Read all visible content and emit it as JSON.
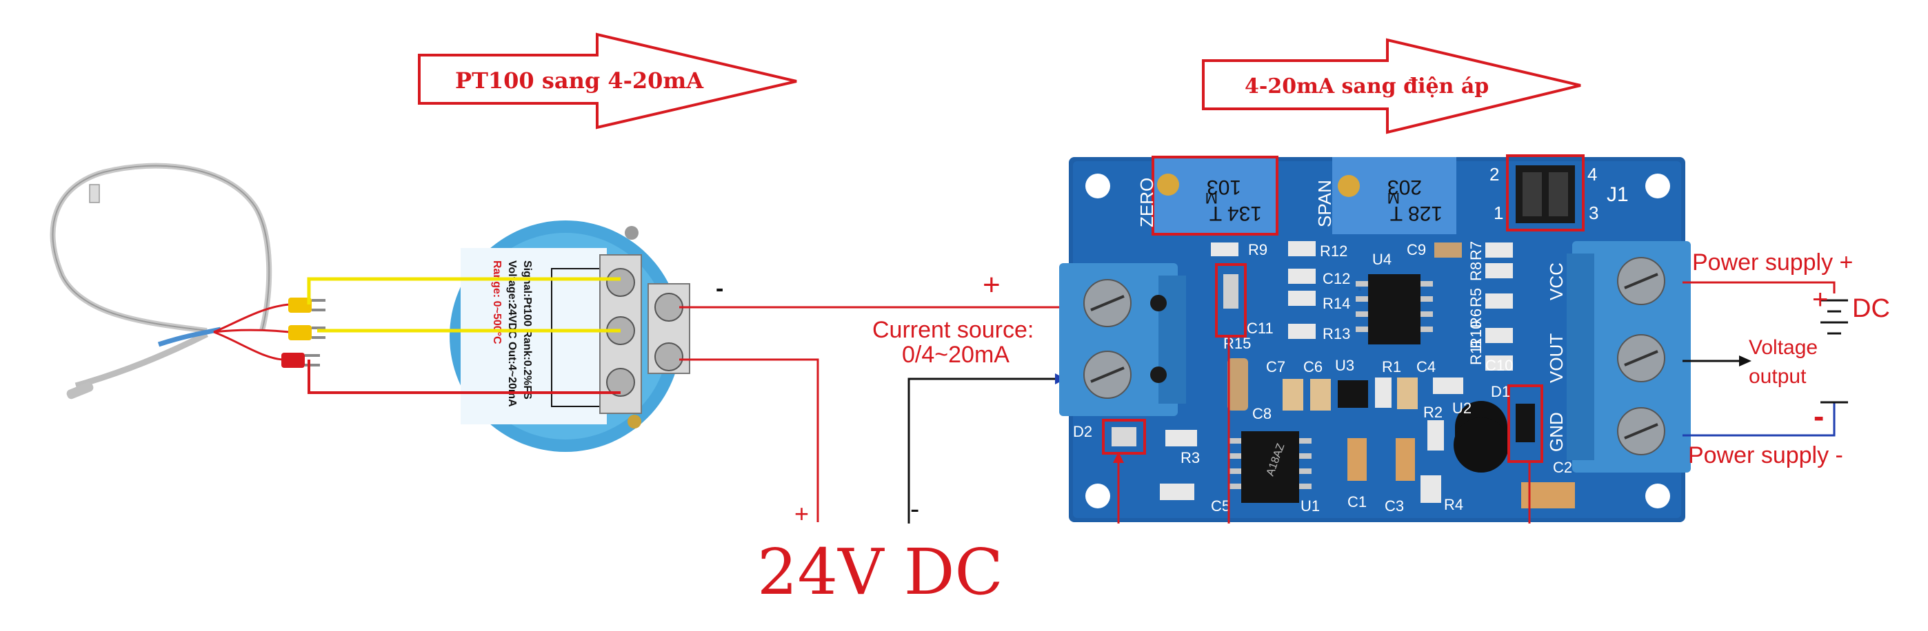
{
  "arrows": {
    "left_label": "PT100 sang 4-20mA",
    "right_label": "4-20mA sang điện áp"
  },
  "transmitter": {
    "line1": "Signal:Pt100 Rank:0.2%FS",
    "line2": "Voltage:24VDC Out:4~20mA",
    "line3": "Range: 0~500°C",
    "minus": "-",
    "plus": "+"
  },
  "loop": {
    "plus_top": "+",
    "current_source_line1": "Current source:",
    "current_source_line2": "0/4~20mA",
    "supply_plus": "+",
    "supply_minus": "-",
    "supply_label": "24V DC"
  },
  "board": {
    "zero": "ZERO",
    "span": "SPAN",
    "pot1_top": "103",
    "pot1_mid": "M",
    "pot1_bot": "134 T",
    "pot2_top": "203",
    "pot2_mid": "M",
    "pot2_bot": "128 T",
    "j1": "J1",
    "j_num_2": "2",
    "j_num_4": "4",
    "j_num_1": "1",
    "j_num_3": "3",
    "labels": [
      "R9",
      "R12",
      "R15",
      "C12",
      "R14",
      "R13",
      "C11",
      "U4",
      "C9",
      "R7",
      "R8",
      "R5",
      "R6",
      "R10",
      "R11",
      "C10",
      "C7",
      "C6",
      "U3",
      "R1",
      "C4",
      "C8",
      "R2",
      "U2",
      "D1",
      "D2",
      "R3",
      "C5",
      "U1",
      "C1",
      "C3",
      "R4",
      "C2"
    ],
    "vcc": "VCC",
    "vout": "VOUT",
    "gnd": "GND",
    "chip_text": "A18AZ"
  },
  "output": {
    "power_plus": "Power supply +",
    "power_minus": "Power supply -",
    "dc_plus": "+",
    "dc_label": "DC",
    "dc_minus": "-",
    "voltage_line1": "Voltage",
    "voltage_line2": "output"
  },
  "colors": {
    "red": "#d7191f",
    "board_blue": "#1e5fa8",
    "terminal_blue": "#3f8fd1",
    "transmitter_blue": "#48a6dc",
    "yellow": "#f2e400"
  }
}
